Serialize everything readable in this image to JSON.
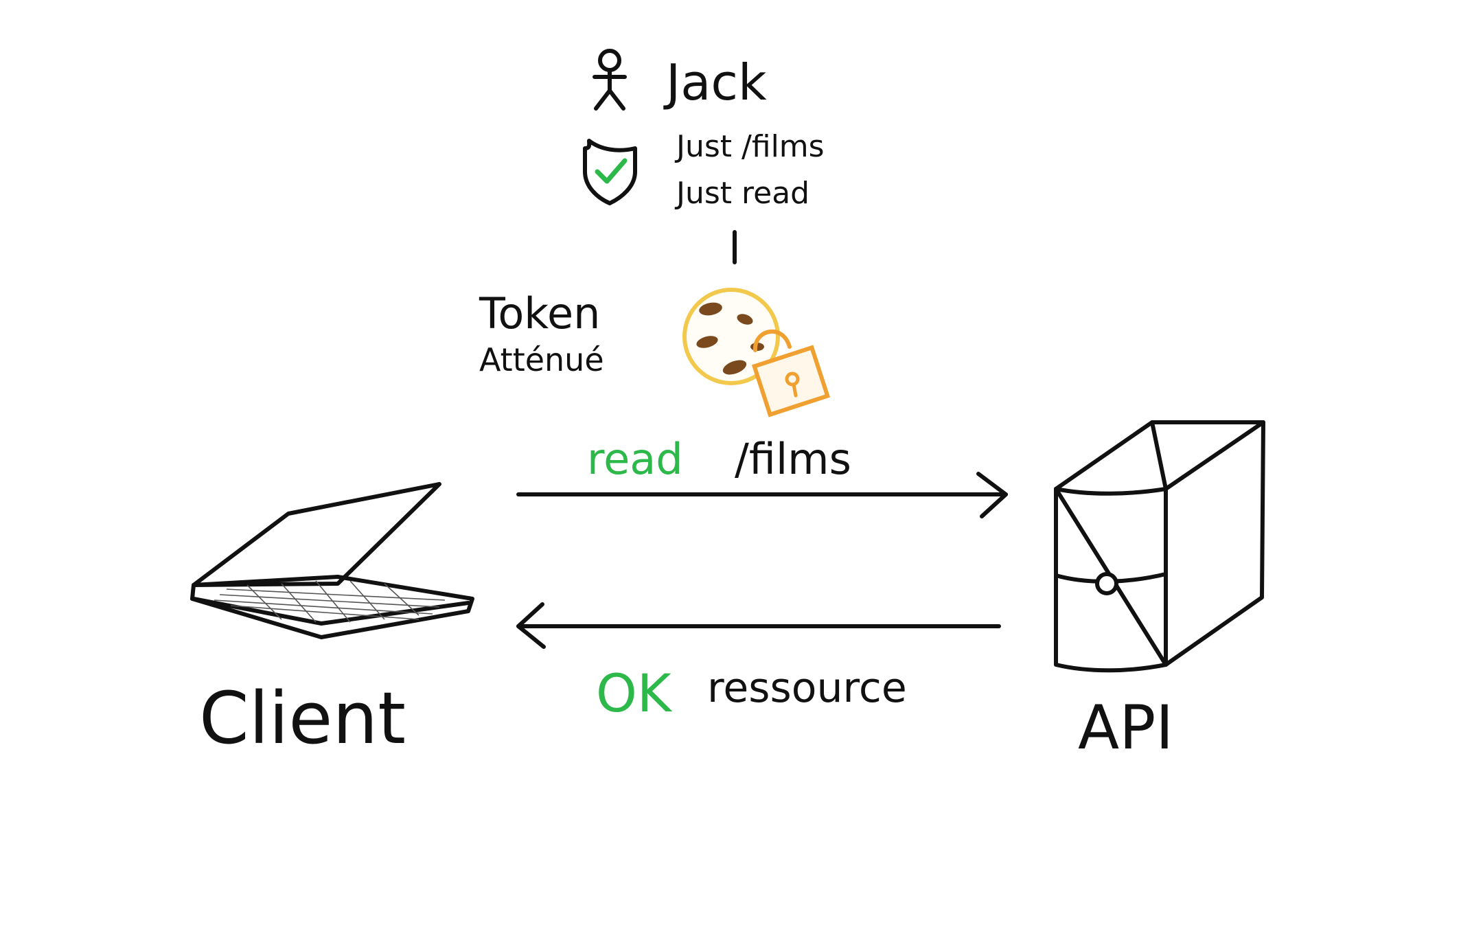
{
  "user": {
    "name": "Jack",
    "icon": "person-icon"
  },
  "permissions": {
    "icon": "shield-check-icon",
    "lines": [
      "Just /films",
      "Just read"
    ]
  },
  "token": {
    "label_line1": "Token",
    "label_line2": "Atténué",
    "icon": "cookie-lock-icon"
  },
  "request": {
    "verb": "read",
    "path": "/films"
  },
  "response": {
    "status": "OK",
    "body": "ressource"
  },
  "client": {
    "label": "Client",
    "icon": "laptop-icon"
  },
  "api": {
    "label": "API",
    "icon": "server-icon"
  },
  "colors": {
    "green": "#2db84a",
    "ink": "#111111",
    "cookie": "#f2c94c",
    "lock": "#f0a030",
    "chip": "#7a4a1e"
  }
}
